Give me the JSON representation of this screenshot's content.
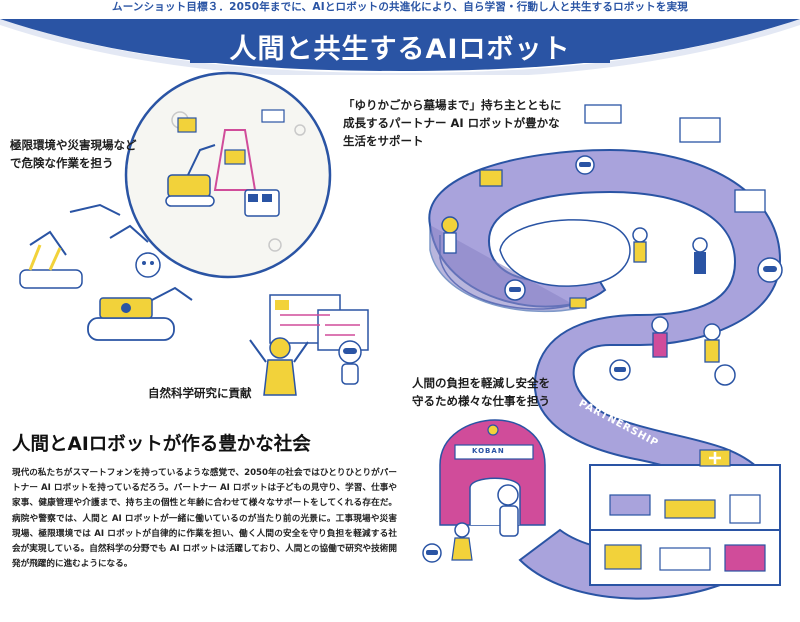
{
  "header": {
    "subtitle": "ムーンショット目標３．2050年までに、AIとロボットの共進化により、自ら学習・行動し人と共生するロボットを実現",
    "title": "人間と共生するAIロボット"
  },
  "captions": {
    "hazard": "極限環境や災害現場など\nで危険な作業を担う",
    "lifelong": "「ゆりかごから墓場まで」持ち主とともに\n成長するパートナー AI ロボットが豊かな\n生活をサポート",
    "science": "自然科学研究に貢献",
    "burden": "人間の負担を軽減し安全を\n守るため様々な仕事を担う"
  },
  "labels": {
    "partnership": "PARTNERSHIP",
    "koban": "KOBAN"
  },
  "section": {
    "title": "人間とAIロボットが作る豊かな社会",
    "body": "現代の私たちがスマートフォンを持っているような感覚で、2050年の社会ではひとりひとりがパートナー AI ロボットを持っているだろう。パートナー AI ロボットは子どもの見守り、学習、仕事や家事、健康管理や介護まで、持ち主の個性と年齢に合わせて様々なサポートをしてくれる存在だ。病院や警察では、人間と AI ロボットが一緒に働いているのが当たり前の光景に。工事現場や災害現場、極限環境では AI ロボットが自律的に作業を担い、働く人間の安全を守り負担を軽減する社会が実現している。自然科学の分野でも AI ロボットは活躍しており、人間との協働で研究や技術開発が飛躍的に進むようになる。"
  },
  "colors": {
    "brand_blue": "#2a54a4",
    "accent_yellow": "#f2d23a",
    "spiral_lilac": "#a9a3dc"
  }
}
